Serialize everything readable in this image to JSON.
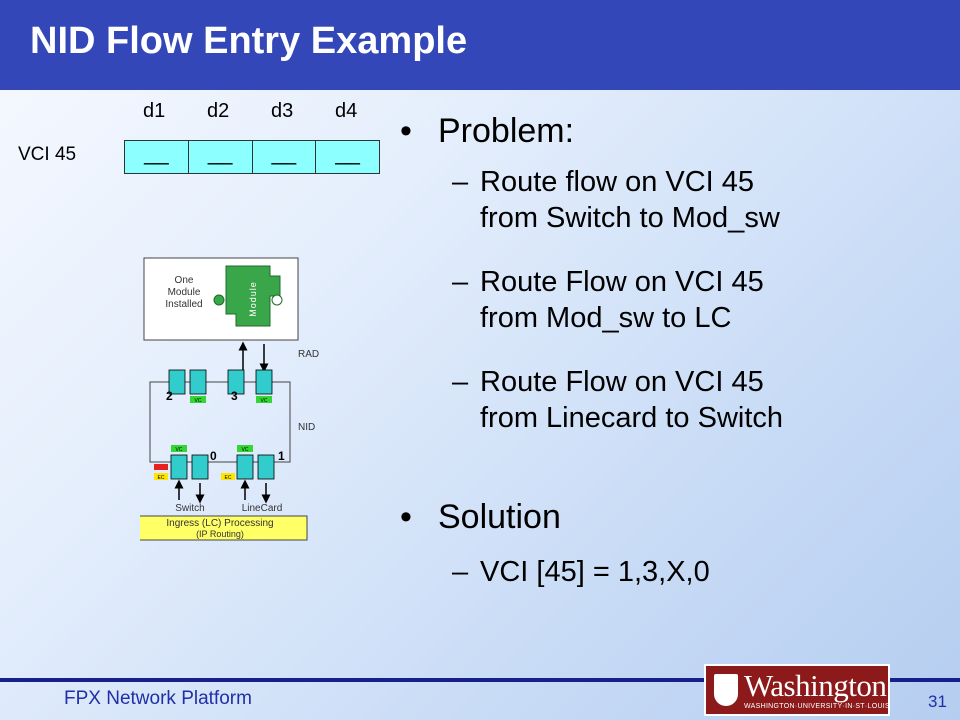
{
  "title": "NID Flow Entry Example",
  "cell_headers": [
    "d1",
    "d2",
    "d3",
    "d4"
  ],
  "vci_label": "VCI 45",
  "cell_marks": [
    "__",
    "__",
    "__",
    "__"
  ],
  "bullets": {
    "problem": "Problem:",
    "problem_items": [
      [
        "Route flow on VCI 45",
        "from Switch to Mod_sw"
      ],
      [
        "Route Flow on VCI 45",
        "from Mod_sw to LC"
      ],
      [
        "Route Flow on VCI 45",
        "from Linecard to Switch"
      ]
    ],
    "solution": "Solution",
    "solution_items": [
      "VCI [45] = 1,3,X,0"
    ]
  },
  "diagram": {
    "module_box_text": [
      "One",
      "Module",
      "Installed"
    ],
    "module_label": "Module",
    "rad_label": "RAD",
    "nid_label": "NID",
    "port_labels": [
      "2",
      "3",
      "0",
      "1"
    ],
    "vc_tag": "VC",
    "ec_tag": "EC",
    "switch_label": "Switch",
    "linecard_label": "LineCard",
    "ingress_title": "Ingress (LC) Processing",
    "ingress_subtitle": "(IP Routing)"
  },
  "colors": {
    "title_bar": "#3347b8",
    "cell_fill": "#8cffff",
    "module_green": "#3aa64a",
    "vc_green": "#33d633",
    "ec_yellow": "#ffe600",
    "ingress_yellow": "#ffff66",
    "logo_maroon": "#8c1a1a",
    "footer_blue": "#1f2fa8"
  },
  "footer": {
    "text": "FPX Network Platform",
    "page_number": "31",
    "logo_name": "Washington",
    "logo_sub": "WASHINGTON·UNIVERSITY·IN·ST·LOUIS"
  }
}
